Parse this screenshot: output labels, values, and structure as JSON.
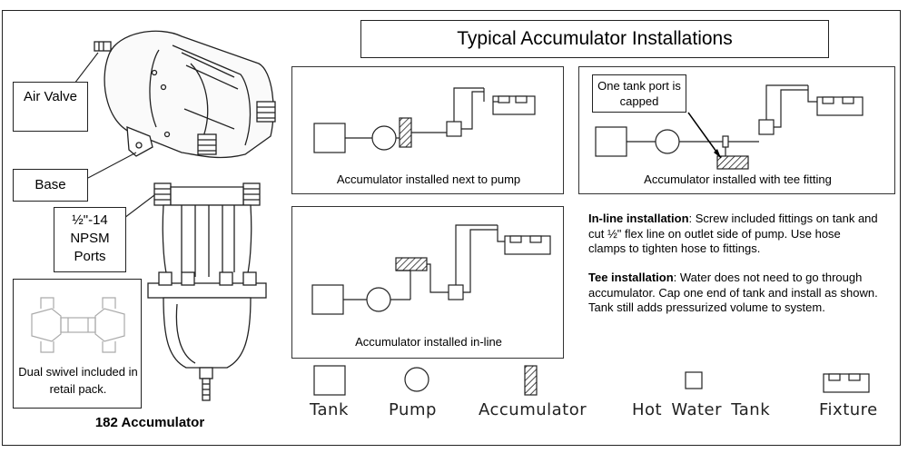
{
  "title": "Typical Accumulator Installations",
  "callouts": {
    "air_valve": "Air Valve",
    "base": "Base",
    "ports": "½\"-14 NPSM Ports",
    "swivel_note": "Dual swivel included in retail pack.",
    "product_name": "182 Accumulator"
  },
  "panels": {
    "next_to_pump": {
      "caption": "Accumulator installed next to pump"
    },
    "tee_fitting": {
      "caption": "Accumulator installed with tee fitting",
      "note": "One tank port is capped"
    },
    "in_line": {
      "caption": "Accumulator installed in-line"
    }
  },
  "instructions": {
    "inline_heading": "In-line installation",
    "inline_body": ":  Screw included fittings on tank and cut ½\" flex line on outlet side of pump.  Use hose clamps to tighten hose to fittings.",
    "tee_heading": "Tee installation",
    "tee_body": ":  Water does not need to go through accumulator.  Cap one end of tank and install as shown.  Tank still adds pressurized volume to system."
  },
  "legend": {
    "tank": "Tank",
    "pump": "Pump",
    "accumulator": "Accumulator",
    "hot_water_tank": "Hot Water Tank",
    "fixture": "Fixture"
  }
}
